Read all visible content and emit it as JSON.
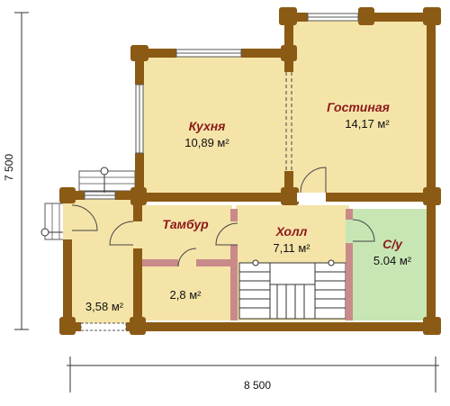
{
  "floor_plan": {
    "dimensions": {
      "width_label": "8 500",
      "height_label": "7 500"
    },
    "rooms": {
      "kitchen": {
        "name": "Кухня",
        "area": "10,89 м²"
      },
      "living": {
        "name": "Гостиная",
        "area": "14,17 м²"
      },
      "vestibule": {
        "name": "Тамбур"
      },
      "hall": {
        "name": "Холл",
        "area": "7,11 м²"
      },
      "bathroom": {
        "name": "С/у",
        "area": "5.04 м²"
      },
      "storage": {
        "area": "2,8 м²"
      },
      "porch": {
        "area": "3,58 м²"
      }
    },
    "colors": {
      "room_fill": "#f5e4a8",
      "wall": "#8b5a14",
      "bathroom_fill": "#c7e6b4",
      "brick": "#c98a8a",
      "name_text": "#8b1a1a"
    }
  }
}
